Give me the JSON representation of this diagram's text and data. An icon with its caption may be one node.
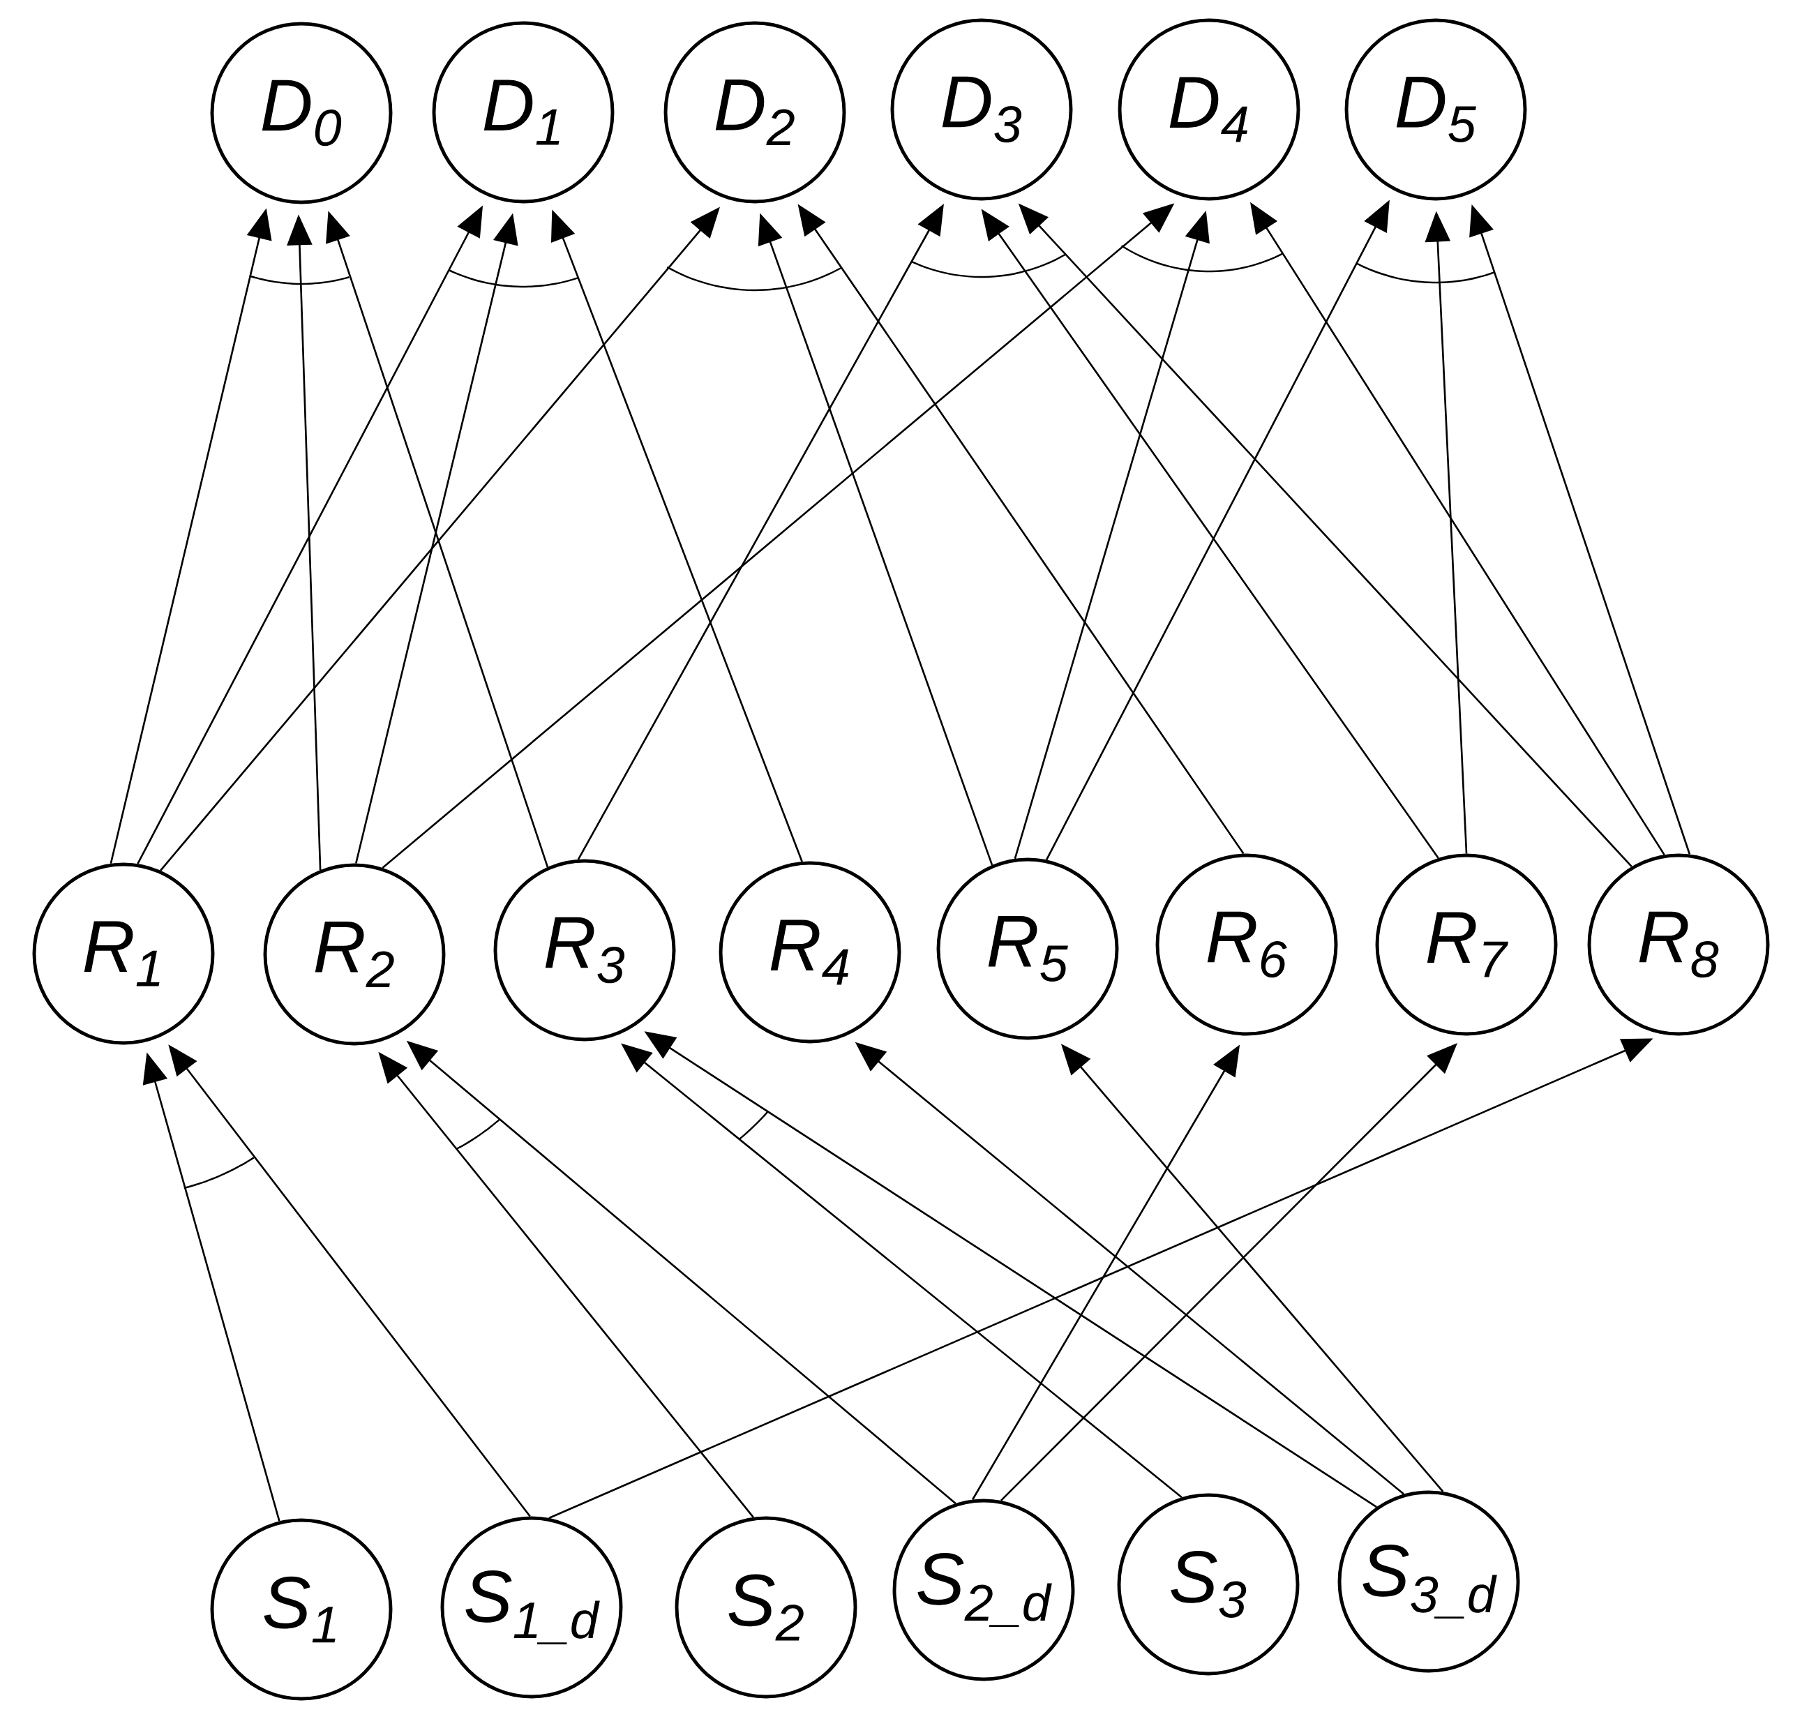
{
  "diagram": {
    "nodes": [
      {
        "text": [
          "D$_{0}$"
        ]
      },
      {
        "text": [
          "D$_{1}$"
        ]
      },
      {
        "text": [
          "D$_{2}$"
        ]
      },
      {
        "text": [
          "D$_{3}$"
        ]
      },
      {
        "text": [
          "D$_{4}$"
        ]
      },
      {
        "text": [
          "D$_{5}$"
        ]
      },
      {
        "text": [
          "R$_{1}$"
        ]
      },
      {
        "text": [
          "R$_{2}$"
        ]
      },
      {
        "text": [
          "R$_{3}$"
        ]
      },
      {
        "text": [
          "R$_{4}$"
        ]
      },
      {
        "text": [
          "R$_{5}$"
        ]
      },
      {
        "text": [
          "R$_{6}$"
        ]
      },
      {
        "text": [
          "R$_{7}$"
        ]
      },
      {
        "text": [
          "R$_{8}$"
        ]
      },
      {
        "text": [
          "S$_{1}$"
        ]
      },
      {
        "text": [
          "S$_{1_d}$"
        ]
      },
      {
        "text": [
          "S$_{2}$"
        ]
      },
      {
        "text": [
          "S$_{2_d}$"
        ]
      },
      {
        "text": [
          "S$_{3}$"
        ]
      },
      {
        "text": [
          "S$_{3_d}$"
        ]
      }
    ],
    "edges": [
      {
        "from": 6,
        "to": 0,
        "arrow": "to"
      },
      {
        "from": 7,
        "to": 0,
        "arrow": "to"
      },
      {
        "from": 8,
        "to": 0,
        "arrow": "to"
      },
      {
        "from": 6,
        "to": 1,
        "arrow": "to"
      },
      {
        "from": 7,
        "to": 1,
        "arrow": "to"
      },
      {
        "from": 9,
        "to": 1,
        "arrow": "to"
      },
      {
        "from": 6,
        "to": 2,
        "arrow": "to"
      },
      {
        "from": 10,
        "to": 2,
        "arrow": "to"
      },
      {
        "from": 11,
        "to": 2,
        "arrow": "to"
      },
      {
        "from": 8,
        "to": 3,
        "arrow": "to"
      },
      {
        "from": 12,
        "to": 3,
        "arrow": "to"
      },
      {
        "from": 13,
        "to": 3,
        "arrow": "to"
      },
      {
        "from": 7,
        "to": 4,
        "arrow": "to"
      },
      {
        "from": 10,
        "to": 4,
        "arrow": "to"
      },
      {
        "from": 13,
        "to": 4,
        "arrow": "to"
      },
      {
        "from": 10,
        "to": 5,
        "arrow": "to"
      },
      {
        "from": 12,
        "to": 5,
        "arrow": "to"
      },
      {
        "from": 13,
        "to": 5,
        "arrow": "to"
      },
      {
        "from": 14,
        "to": 6,
        "arrow": "to"
      },
      {
        "from": 15,
        "to": 6,
        "arrow": "to"
      },
      {
        "from": 16,
        "to": 7,
        "arrow": "to"
      },
      {
        "from": 17,
        "to": 7,
        "arrow": "to"
      },
      {
        "from": 18,
        "to": 8,
        "arrow": "to"
      },
      {
        "from": 19,
        "to": 8,
        "arrow": "to"
      },
      {
        "from": 19,
        "to": 9,
        "arrow": "to"
      },
      {
        "from": 19,
        "to": 10,
        "arrow": "to"
      },
      {
        "from": 17,
        "to": 11,
        "arrow": "to"
      },
      {
        "from": 17,
        "to": 12,
        "arrow": "to"
      },
      {
        "from": 15,
        "to": 13,
        "arrow": "to"
      }
    ]
  }
}
